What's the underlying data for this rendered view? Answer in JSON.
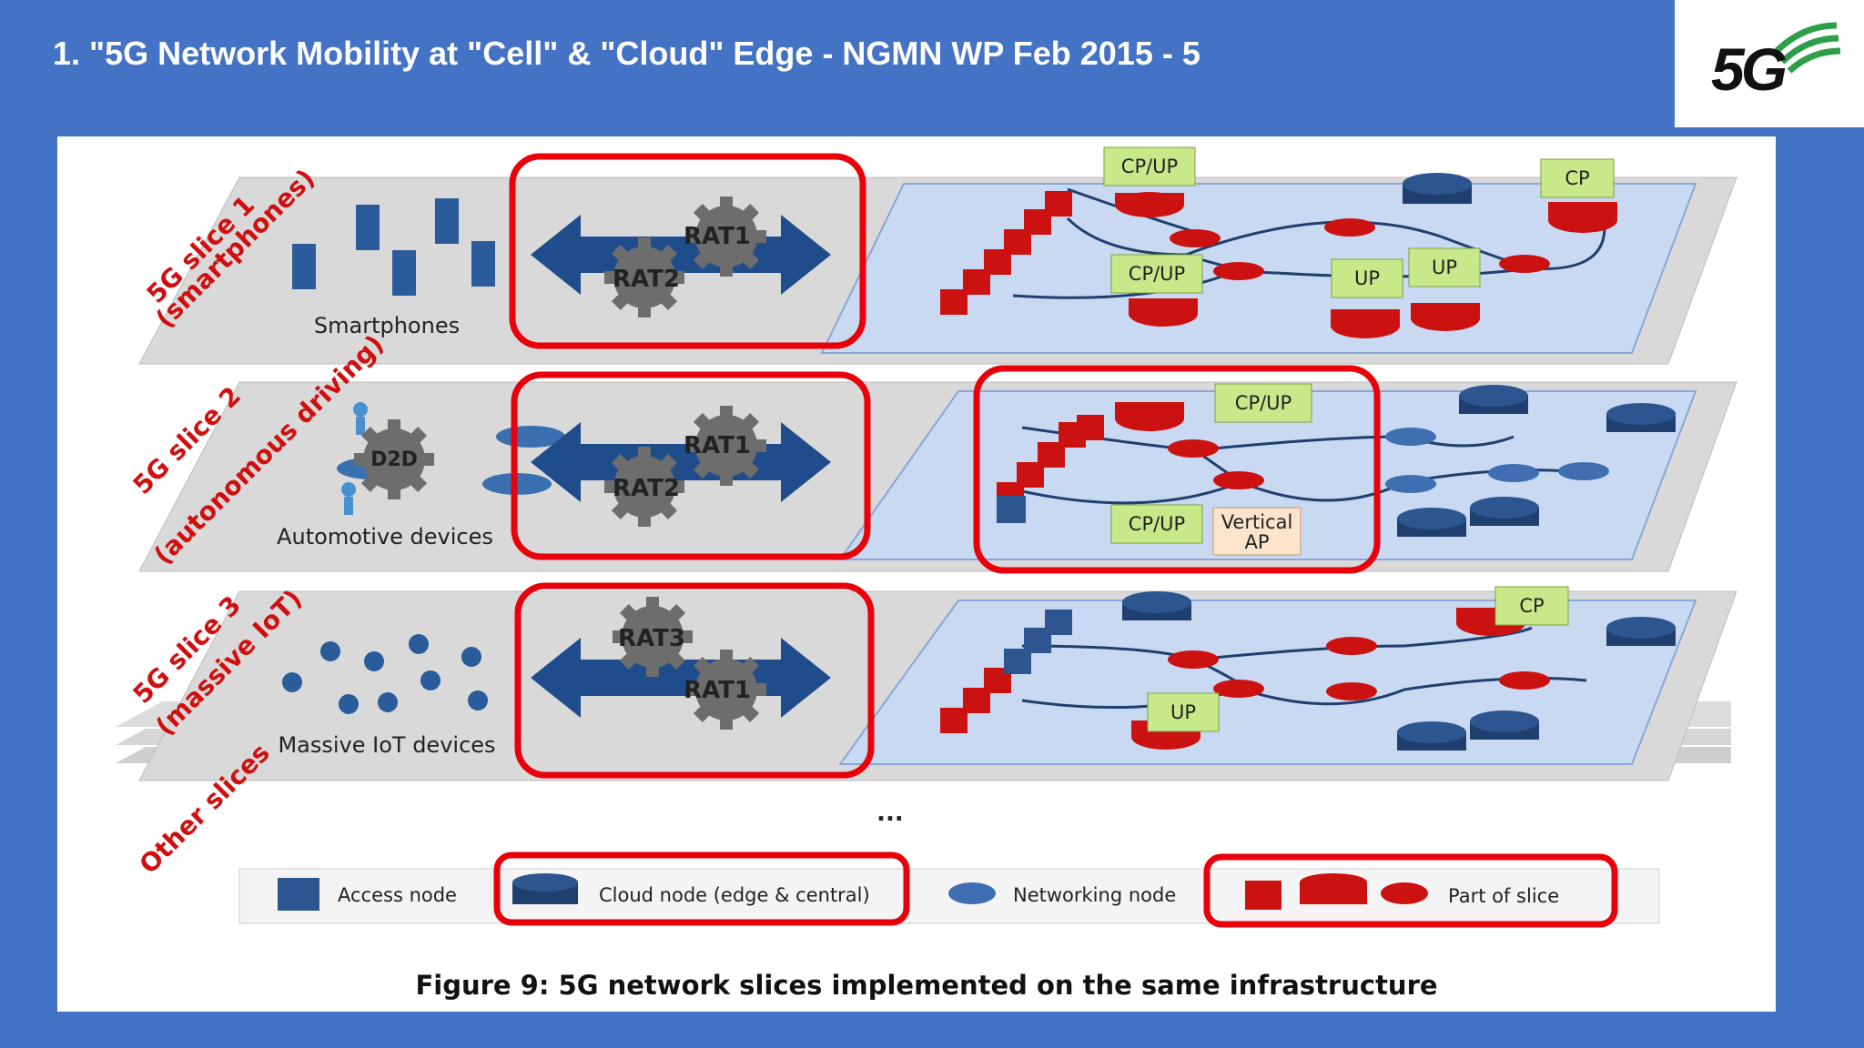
{
  "slide": {
    "title": "1. \"5G Network Mobility at \"Cell\" & \"Cloud\" Edge - NGMN WP Feb 2015 - 5"
  },
  "logo": {
    "text": "5G",
    "icon": "5g-signal-logo"
  },
  "slices": [
    {
      "label_line1": "5G slice 1",
      "label_line2": "(smartphones)",
      "devices_label": "Smartphones",
      "rats": [
        "RAT1",
        "RAT2"
      ]
    },
    {
      "label_line1": "5G slice 2",
      "label_line2": "(autonomous driving)",
      "devices_label": "Automotive devices",
      "d2d": "D2D",
      "rats": [
        "RAT1",
        "RAT2"
      ]
    },
    {
      "label_line1": "5G slice 3",
      "label_line2": "(massive IoT)",
      "devices_label": "Massive IoT devices",
      "rats": [
        "RAT3",
        "RAT1"
      ]
    }
  ],
  "other_slices_label": "Other slices",
  "ellipsis": "...",
  "function_tags": {
    "s1_a": "CP/UP",
    "s1_b": "CP/UP",
    "s1_cp": "CP",
    "s1_up1": "UP",
    "s1_up2": "UP",
    "s2_a": "CP/UP",
    "s2_b": "CP/UP",
    "s2_vertical1": "Vertical",
    "s2_vertical2": "AP",
    "s3_cp": "CP",
    "s3_up": "UP"
  },
  "legend": {
    "access_node": "Access node",
    "cloud_node": "Cloud node (edge & central)",
    "networking_node": "Networking node",
    "part_of_slice": "Part of slice"
  },
  "caption": "Figure 9: 5G network slices implemented on the same infrastructure",
  "colors": {
    "background": "#4472c4",
    "highlight": "#e8000b",
    "slice_red": "#cc1111",
    "node_blue": "#1f3f6e",
    "plane_blue": "#c9d9f2"
  }
}
